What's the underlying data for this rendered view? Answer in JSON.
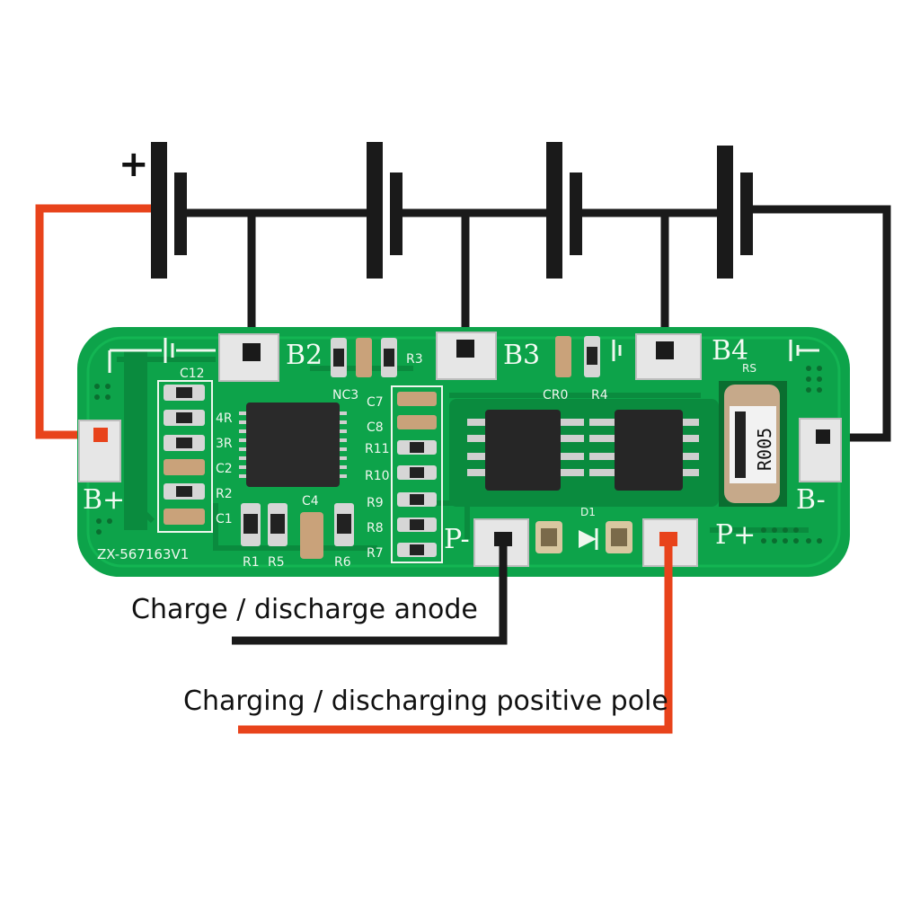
{
  "diagram": {
    "plus_sign": "+",
    "pads": {
      "b_plus": "B+",
      "b2": "B2",
      "b3": "B3",
      "b4": "B4",
      "b_minus": "B-",
      "p_minus": "P-",
      "p_plus": "P+"
    },
    "silkscreen": {
      "c12": "C12",
      "r4": "4R",
      "r3_left": "3R",
      "c2": "C2",
      "r2": "R2",
      "c1": "C1",
      "r1": "R1",
      "r5": "R5",
      "r6": "R6",
      "c4": "C4",
      "nc3": "NC3",
      "r3": "R3",
      "c7": "C7",
      "c8": "C8",
      "r11": "R11",
      "r10": "R10",
      "r9": "R9",
      "r8": "R8",
      "r7": "R7",
      "cr0": "CR0",
      "r4_right": "R4",
      "rs": "RS",
      "d1": "D1",
      "board_id": "ZX-567163V1"
    },
    "shunt_marking": "R005",
    "captions": {
      "negative": "Charge / discharge anode",
      "positive": "Charging / discharging positive pole"
    },
    "colors": {
      "pcb": "#0da34a",
      "pcb_dark": "#087a36",
      "red_wire": "#e8431b",
      "black_wire": "#1a1a1a",
      "pad": "#e6e6e6"
    }
  }
}
